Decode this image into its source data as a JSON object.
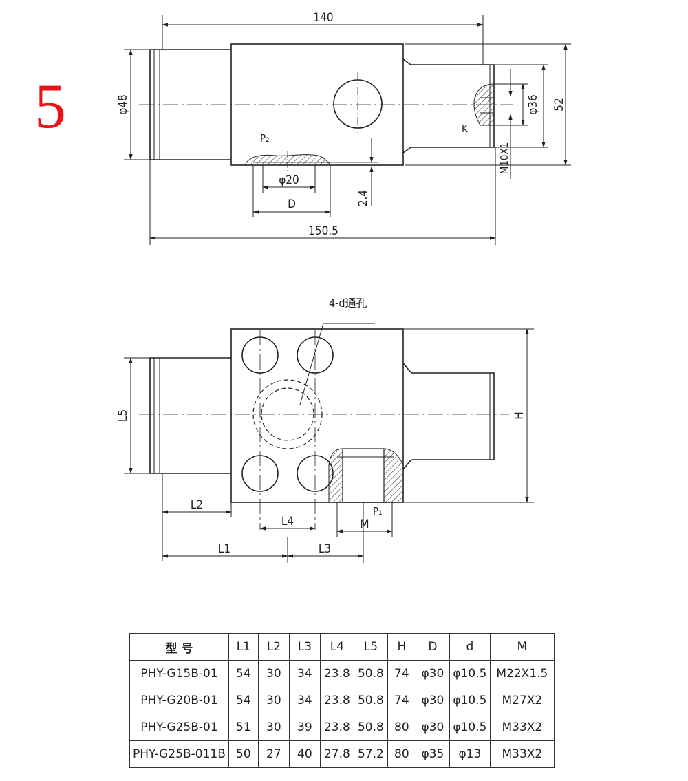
{
  "figure_number": "5",
  "top_view": {
    "dim_overall_top": "140",
    "dim_overall_bottom": "150.5",
    "dim_left_dia": "φ48",
    "dim_port_dia": "φ20",
    "dim_port_D": "D",
    "dim_depth": "2.4",
    "dim_right_dia": "φ36",
    "dim_height": "52",
    "dim_thread": "M10X1",
    "label_p2": "P₂",
    "label_k": "K"
  },
  "bottom_view": {
    "note_holes": "4-d通孔",
    "dim_L1": "L1",
    "dim_L2": "L2",
    "dim_L3": "L3",
    "dim_L4": "L4",
    "dim_L5": "L5",
    "dim_H": "H",
    "dim_M": "M",
    "label_p1": "P₁"
  },
  "table": {
    "headers": [
      "型    号",
      "L1",
      "L2",
      "L3",
      "L4",
      "L5",
      "H",
      "D",
      "d",
      "M"
    ],
    "rows": [
      [
        "PHY-G15B-01",
        "54",
        "30",
        "34",
        "23.8",
        "50.8",
        "74",
        "φ30",
        "φ10.5",
        "M22X1.5"
      ],
      [
        "PHY-G20B-01",
        "54",
        "30",
        "34",
        "23.8",
        "50.8",
        "74",
        "φ30",
        "φ10.5",
        "M27X2"
      ],
      [
        "PHY-G25B-01",
        "51",
        "30",
        "39",
        "23.8",
        "50.8",
        "80",
        "φ30",
        "φ10.5",
        "M33X2"
      ],
      [
        "PHY-G25B-011B",
        "50",
        "27",
        "40",
        "27.8",
        "57.2",
        "80",
        "φ35",
        "φ13",
        "M33X2"
      ]
    ]
  }
}
